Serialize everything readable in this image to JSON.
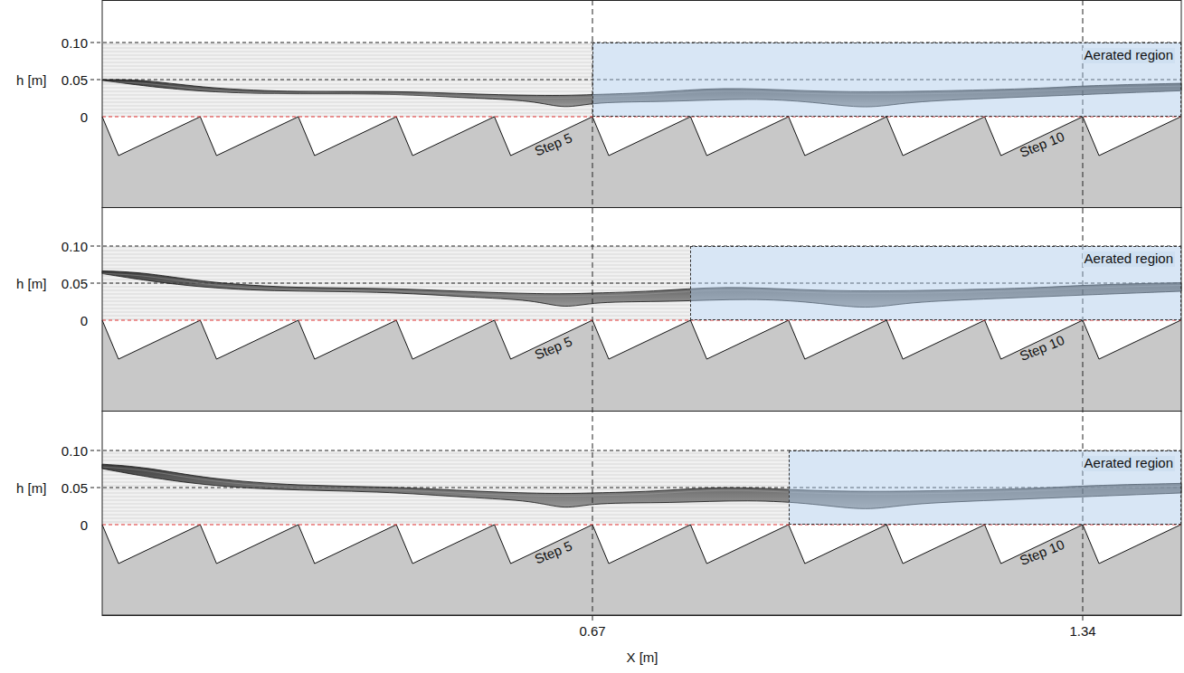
{
  "diagram": {
    "nodes": [
      {
        "text": [
          "Aerated region"
        ]
      },
      {
        "text": [
          "Aerated region"
        ]
      },
      {
        "text": [
          "Aerated region"
        ]
      }
    ],
    "labels": [
      "h [m]",
      "0.10",
      "0.05",
      "0",
      "Step 5",
      "Step 10",
      "h [m]",
      "0.10",
      "0.05",
      "0",
      "Step 5",
      "Step 10",
      "h [m]",
      "0.10",
      "0.05",
      "0",
      "Step 5",
      "Step 10",
      "0.67",
      "1.34",
      "X [m]"
    ]
  }
}
